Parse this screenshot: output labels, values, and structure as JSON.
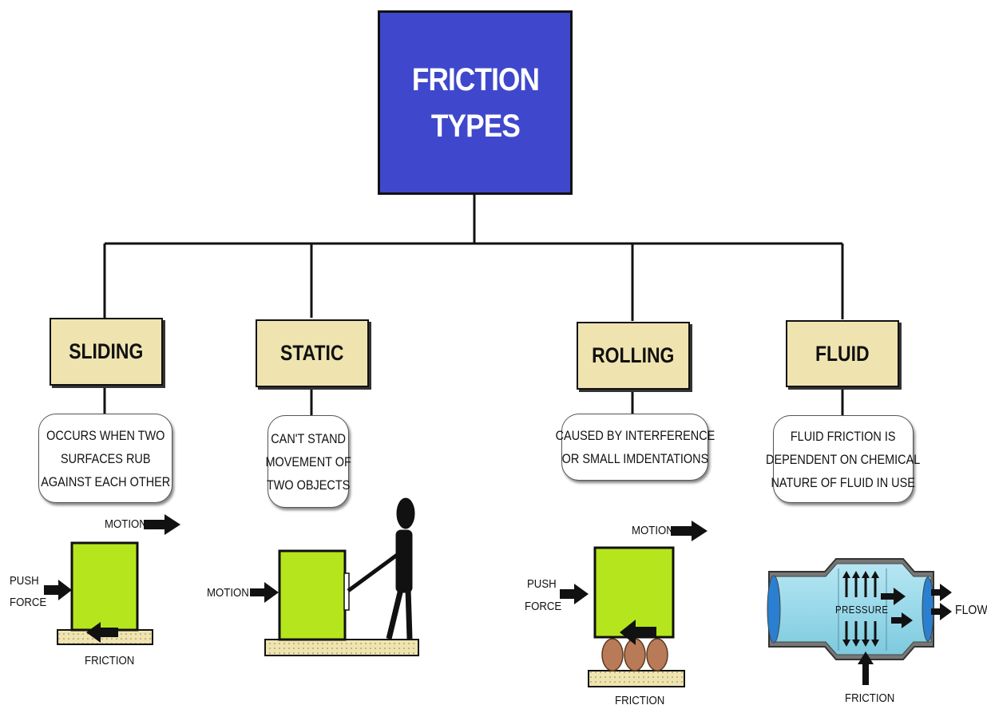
{
  "root": {
    "line1": "FRICTION",
    "line2": "TYPES"
  },
  "types": [
    {
      "title": "SLIDING",
      "desc": [
        "OCCURS WHEN TWO",
        "SURFACES RUB",
        "AGAINST EACH OTHER"
      ]
    },
    {
      "title": "STATIC",
      "desc": [
        "CAN'T STAND",
        "MOVEMENT OF",
        "TWO OBJECTS"
      ]
    },
    {
      "title": "ROLLING",
      "desc": [
        "CAUSED BY INTERFERENCE",
        "OR SMALL IMDENTATIONS"
      ]
    },
    {
      "title": "FLUID",
      "desc": [
        "FLUID FRICTION IS",
        "DEPENDENT ON CHEMICAL",
        "NATURE OF FLUID IN USE"
      ]
    }
  ],
  "labels": {
    "sliding": {
      "motion": "MOTION",
      "push1": "PUSH",
      "push2": "FORCE",
      "friction": "FRICTION"
    },
    "static": {
      "motion": "MOTION"
    },
    "rolling": {
      "motion": "MOTION",
      "push1": "PUSH",
      "push2": "FORCE",
      "friction": "FRICTION"
    },
    "fluid": {
      "pressure": "PRESSURE",
      "flow": "FLOW",
      "friction": "FRICTION"
    }
  },
  "colors": {
    "root": "#3f48cc",
    "type_box": "#efe4b0",
    "block": "#b5e61d",
    "ground": "#efe4b0",
    "roller": "#b97a57",
    "fluid": "#99d9ea"
  }
}
